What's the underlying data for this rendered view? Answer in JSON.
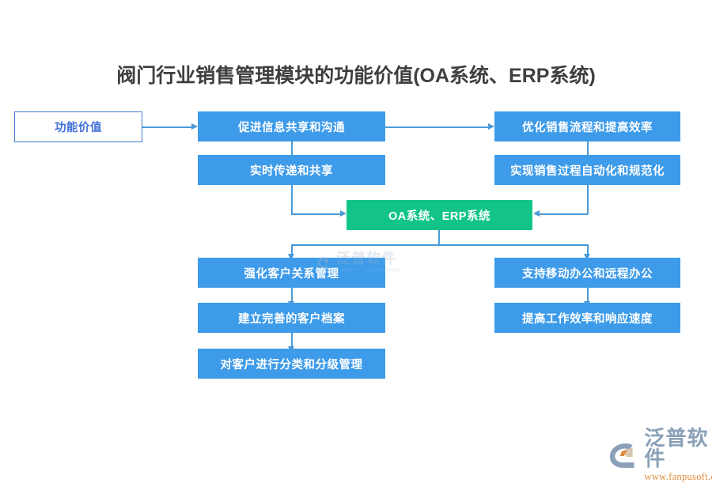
{
  "title": "阀门行业销售管理模块的功能价值(OA系统、ERP系统)",
  "colors": {
    "box_blue": "#3d9be9",
    "box_green": "#12c48a",
    "connector_blue": "#4a9ad8",
    "outline_border": "#3d7fd4",
    "outline_text": "#3f6fd8",
    "title_text": "#3f3f41",
    "logo_gray": "#8aa0b8",
    "logo_orange": "#e08a3c"
  },
  "nodes": {
    "root": {
      "label": "功能价值",
      "style": "outline"
    },
    "left_1": {
      "label": "促进信息共享和沟通",
      "style": "blue"
    },
    "left_2": {
      "label": "实时传递和共享",
      "style": "blue"
    },
    "right_1": {
      "label": "优化销售流程和提高效率",
      "style": "blue"
    },
    "right_2": {
      "label": "实现销售过程自动化和规范化",
      "style": "blue"
    },
    "center": {
      "label": "OA系统、ERP系统",
      "style": "green"
    },
    "left_3": {
      "label": "强化客户关系管理",
      "style": "blue"
    },
    "left_4": {
      "label": "建立完善的客户档案",
      "style": "blue"
    },
    "left_5": {
      "label": "对客户进行分类和分级管理",
      "style": "blue"
    },
    "right_3": {
      "label": "支持移动办公和远程办公",
      "style": "blue"
    },
    "right_4": {
      "label": "提高工作效率和响应速度",
      "style": "blue"
    }
  },
  "watermark": {
    "cn": "泛普软件",
    "en": "FANPU SOFTWARE"
  },
  "logo": {
    "cn": "泛普软件",
    "url": "www.fanpusoft.com"
  }
}
